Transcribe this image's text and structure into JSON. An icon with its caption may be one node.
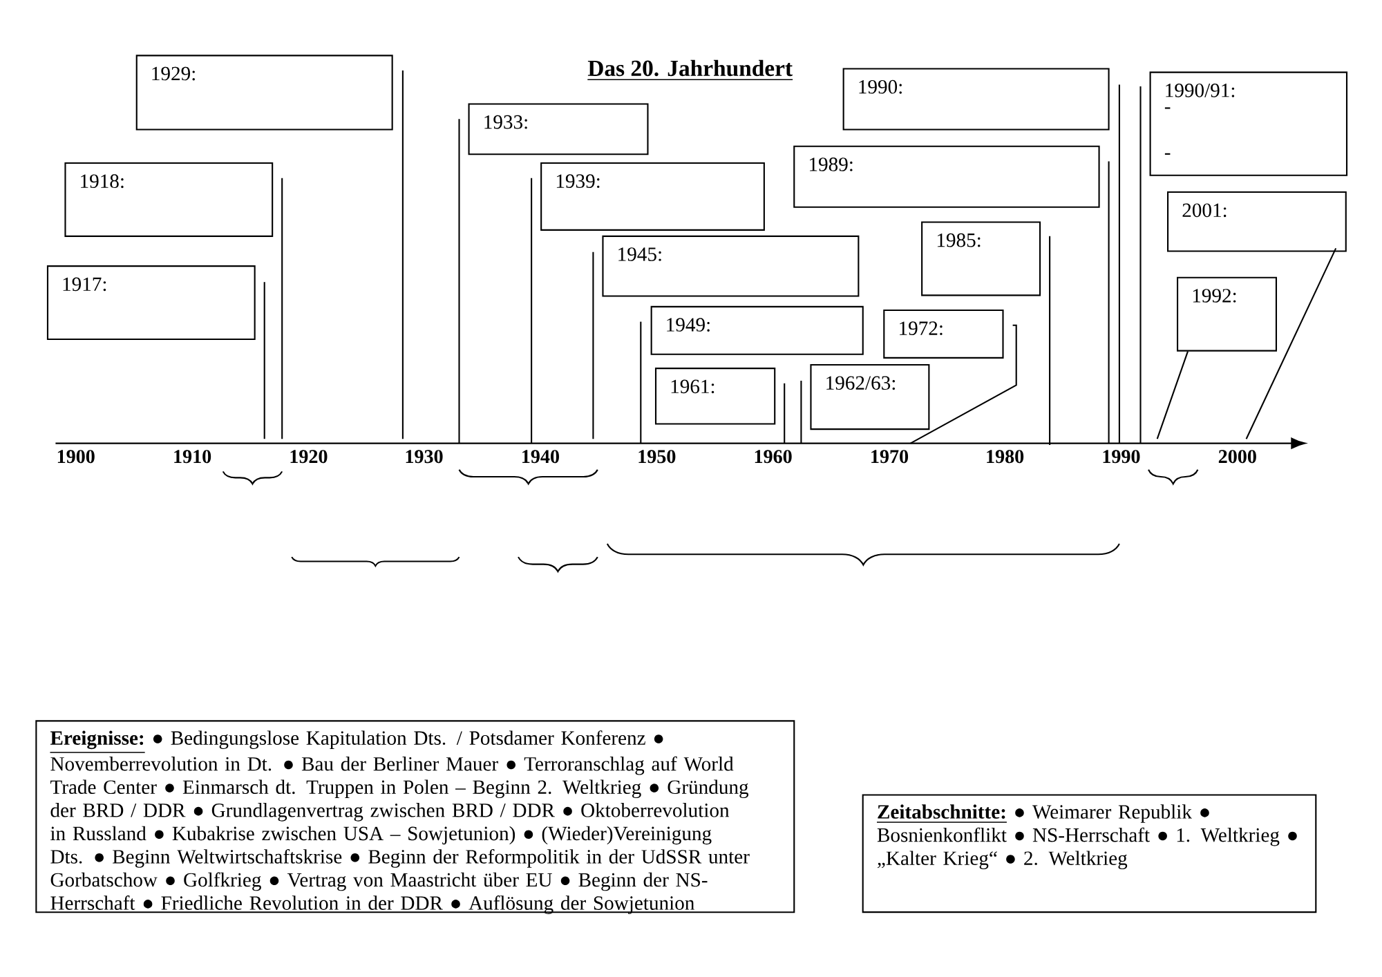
{
  "diagram": {
    "title": "Das 20. Jahrhundert",
    "nodes": [
      {
        "text": [
          "1929:"
        ]
      },
      {
        "text": [
          "1990:"
        ]
      },
      {
        "text": [
          "1990/91:",
          "-",
          "-"
        ]
      },
      {
        "text": [
          "1933:"
        ]
      },
      {
        "text": [
          "1989:"
        ]
      },
      {
        "text": [
          "1918:"
        ]
      },
      {
        "text": [
          "1939:"
        ]
      },
      {
        "text": [
          "2001:"
        ]
      },
      {
        "text": [
          "1985:"
        ]
      },
      {
        "text": [
          "1945:"
        ]
      },
      {
        "text": [
          "1917:"
        ]
      },
      {
        "text": [
          "1992:"
        ]
      },
      {
        "text": [
          "1949:"
        ]
      },
      {
        "text": [
          "1972:"
        ]
      },
      {
        "text": [
          "1962/63:"
        ]
      },
      {
        "text": [
          "1961:"
        ]
      },
      {
        "text": [
          "Ereignisse:",
          "● Bedingungslose Kapitulation Dts. / Potsdamer Konferenz ● Novemberrevolution in Dt. ● Bau der Berliner Mauer ● Terroranschlag auf World Trade Center ● Einmarsch dt. Truppen in Polen – Beginn 2. Weltkrieg ● Gründung der BRD / DDR ● Grundlagenvertrag zwischen BRD / DDR ● Oktoberrevolution in Russland ● Kubakrise zwischen USA – Sowjetunion) ● (Wieder)Vereinigung Dts. ● Beginn Weltwirtschaftskrise ● Beginn der Reformpolitik in der UdSSR unter Gorbatschow ● Golfkrieg ● Vertrag von Maastricht über EU ● Beginn der NS-Herrschaft ● Friedliche Revolution in der DDR ● Auflösung der Sowjetunion"
        ]
      },
      {
        "text": [
          "Zeitabschnitte:",
          "● Weimarer Republik ● Bosnienkonflikt ● NS-Herrschaft ● 1. Weltkrieg ● „Kalter Krieg“ ● 2. Weltkrieg"
        ]
      }
    ],
    "edges": [
      {
        "from": 11,
        "to": null,
        "arrow": "none"
      },
      {
        "from": 7,
        "to": null,
        "arrow": "none"
      }
    ],
    "labels": [
      "1900",
      "1910",
      "1920",
      "1930",
      "1940",
      "1950",
      "1960",
      "1970",
      "1980",
      "1990",
      "2000"
    ]
  }
}
